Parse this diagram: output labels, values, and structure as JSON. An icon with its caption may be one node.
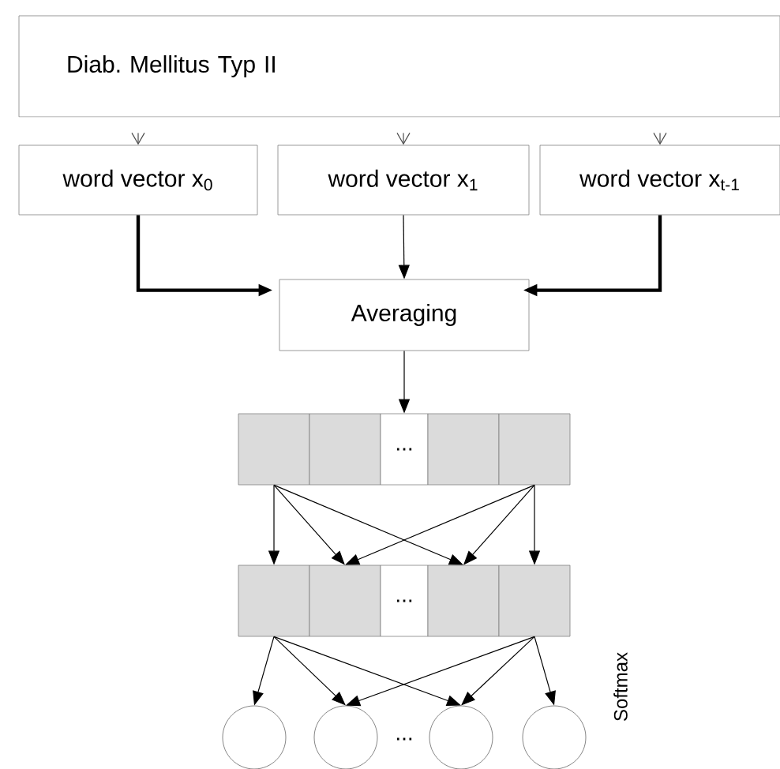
{
  "diagram": {
    "nodes": [
      {
        "text": [
          "Diab. Mellitus Typ II"
        ]
      },
      {
        "text": [
          "word vector x$_{0}$"
        ]
      },
      {
        "text": [
          "word vector x$_{1}$"
        ]
      },
      {
        "text": [
          "word vector x$_{t-1}$"
        ]
      },
      {
        "text": [
          "Averaging"
        ]
      },
      {
        "text": [],
        "shape": "box"
      },
      {
        "text": [],
        "shape": "box"
      },
      {
        "text": [
          "..."
        ]
      },
      {
        "text": [],
        "shape": "box"
      },
      {
        "text": [],
        "shape": "box"
      },
      {
        "text": [],
        "shape": "box"
      },
      {
        "text": [],
        "shape": "box"
      },
      {
        "text": [
          "..."
        ]
      },
      {
        "text": [],
        "shape": "box"
      },
      {
        "text": [],
        "shape": "box"
      },
      {
        "text": [],
        "shape": "circle"
      },
      {
        "text": [],
        "shape": "circle"
      },
      {
        "text": [],
        "shape": "circle"
      },
      {
        "text": [],
        "shape": "circle"
      }
    ],
    "edges": [
      {
        "from": 0,
        "to": 1,
        "arrow": "to"
      },
      {
        "from": 0,
        "to": 2,
        "arrow": "to"
      },
      {
        "from": 0,
        "to": 3,
        "arrow": "to"
      },
      {
        "from": 1,
        "to": 4,
        "arrow": "to",
        "style": "thick"
      },
      {
        "from": 2,
        "to": 4,
        "arrow": "to"
      },
      {
        "from": 3,
        "to": 4,
        "arrow": "to",
        "style": "thick"
      },
      {
        "from": 4,
        "to": 7,
        "arrow": "to"
      },
      {
        "from": 5,
        "to": 10,
        "arrow": "to"
      },
      {
        "from": 5,
        "to": 11,
        "arrow": "to"
      },
      {
        "from": 5,
        "to": 13,
        "arrow": "to"
      },
      {
        "from": 9,
        "to": 14,
        "arrow": "to"
      },
      {
        "from": 9,
        "to": 13,
        "arrow": "to"
      },
      {
        "from": 9,
        "to": 11,
        "arrow": "to"
      },
      {
        "from": 10,
        "to": 15,
        "arrow": "to"
      },
      {
        "from": 10,
        "to": 16,
        "arrow": "to"
      },
      {
        "from": 10,
        "to": 17,
        "arrow": "to"
      },
      {
        "from": 14,
        "to": 18,
        "arrow": "to"
      },
      {
        "from": 14,
        "to": 17,
        "arrow": "to"
      },
      {
        "from": 14,
        "to": 16,
        "arrow": "to"
      }
    ],
    "labels": [
      "...",
      "Softmax"
    ]
  }
}
